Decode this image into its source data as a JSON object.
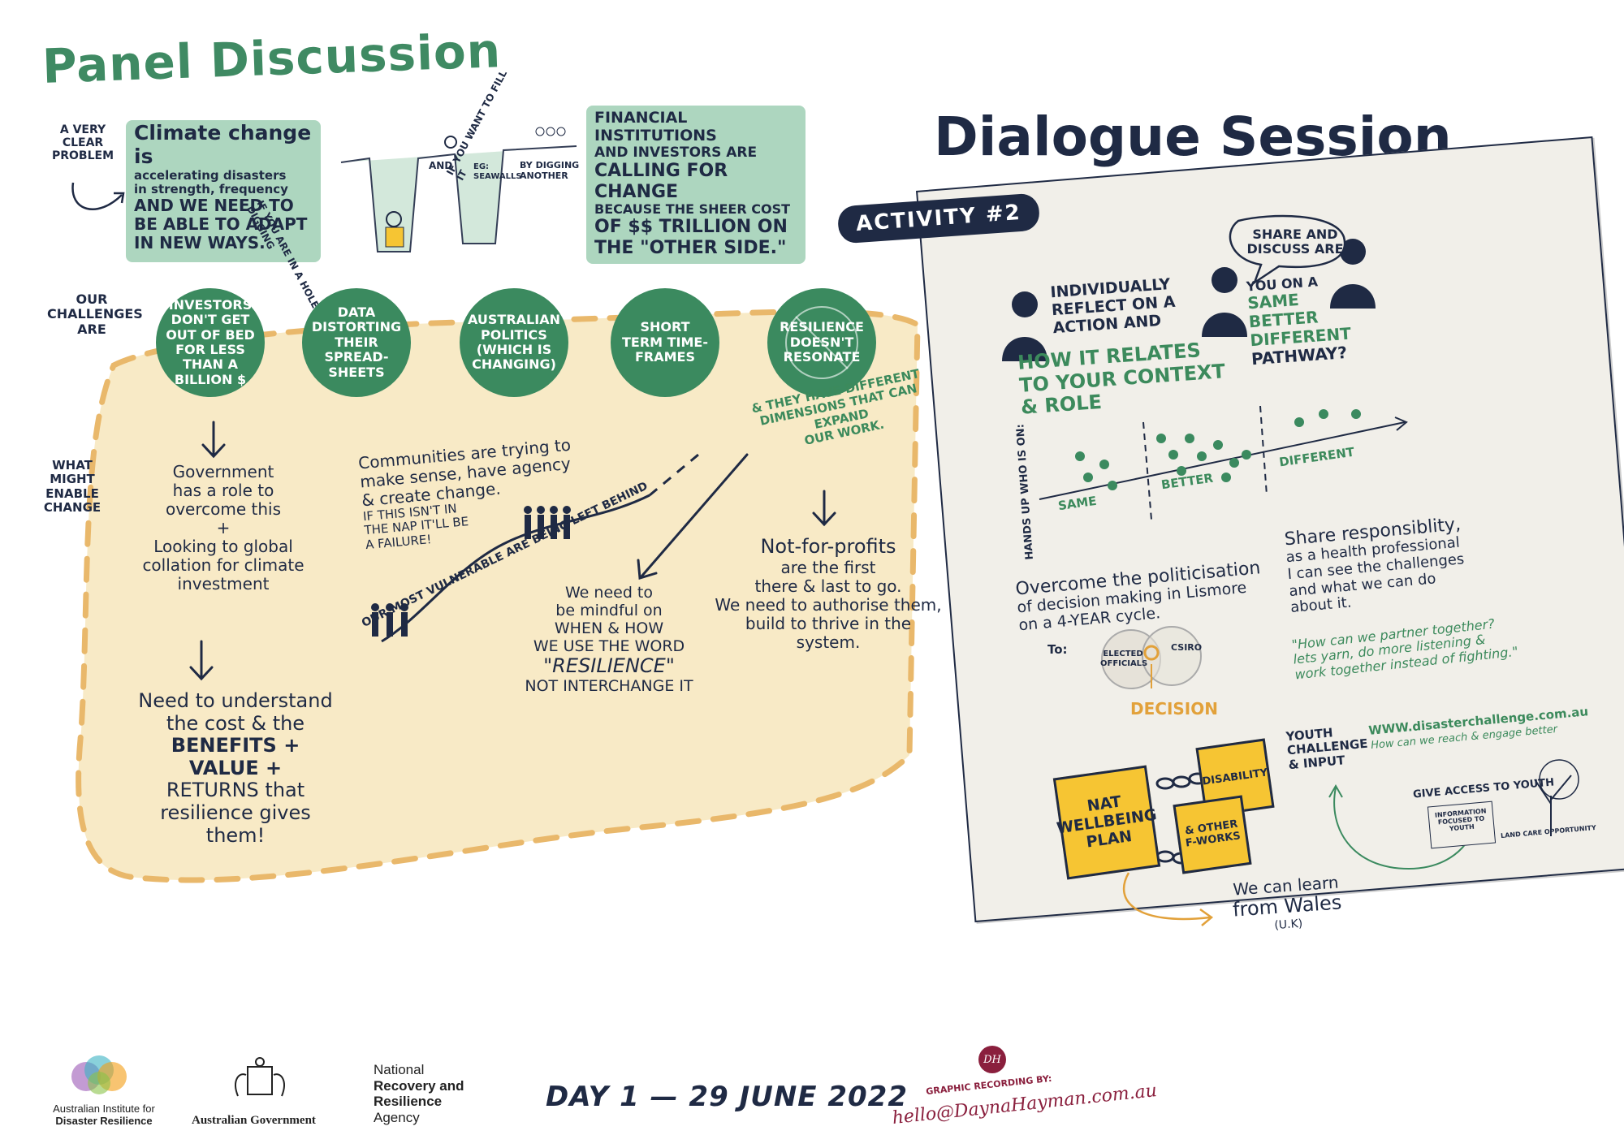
{
  "panel": {
    "title": "Panel Discussion",
    "problem_label": [
      "A VERY",
      "CLEAR",
      "PROBLEM"
    ],
    "climate": [
      "Climate change is",
      "accelerating disasters",
      "in strength, frequency",
      "AND WE NEED TO",
      "BE ABLE TO ADAPT",
      "IN NEW WAYS."
    ],
    "hole_labels": {
      "a": "IF YOU ARE IN A HOLE - STOP DIGGING",
      "and": "AND",
      "b": "IF YOU WANT TO FILL IT",
      "eg": "EG: SEAWALLS",
      "c": "BY DIGGING ANOTHER"
    },
    "financial": [
      "FINANCIAL INSTITUTIONS",
      "AND INVESTORS ARE",
      "CALLING FOR CHANGE",
      "BECAUSE THE SHEER COST",
      "OF $$ TRILLION ON",
      "THE \"OTHER SIDE.\""
    ],
    "challenges_label": [
      "OUR",
      "CHALLENGES",
      "ARE"
    ],
    "enable_label": [
      "WHAT",
      "MIGHT",
      "ENABLE",
      "CHANGE"
    ],
    "circles": [
      "INVESTORS DON'T GET OUT OF BED FOR LESS THAN A BILLION $",
      "DATA DISTORTING THEIR SPREAD-SHEETS",
      "AUSTRALIAN POLITICS (WHICH IS CHANGING)",
      "SHORT TERM TIME-FRAMES",
      "RESILIENCE DOESN'T RESONATE"
    ],
    "dimensions": [
      "& THEY HAVE DIFFERENT",
      "DIMENSIONS THAT CAN EXPAND",
      "OUR WORK."
    ],
    "government": [
      "Government",
      "has a role to",
      "overcome this",
      "+",
      "Looking to global",
      "collation for climate",
      "investment"
    ],
    "understand": [
      "Need to understand",
      "the cost & the",
      "BENEFITS +",
      "VALUE +",
      "RETURNS that",
      "resilience gives",
      "them!"
    ],
    "communities": [
      "Communities are trying to",
      "make sense, have agency",
      "& create change.",
      "IF THIS ISN'T IN",
      "THE NAP IT'LL BE",
      "A FAILURE!"
    ],
    "left_behind": "OUR MOST VULNERABLE ARE BEING LEFT BEHIND",
    "mindful": [
      "We need to",
      "be mindful on",
      "WHEN & HOW",
      "WE USE THE WORD",
      "\"RESILIENCE\"",
      "NOT INTERCHANGE IT"
    ],
    "notforprofits": [
      "Not-for-profits",
      "are the first",
      "there & last to go.",
      "We need to authorise them,",
      "build to thrive in the",
      "system."
    ]
  },
  "dialogue": {
    "title": "Dialogue Session",
    "activity": "ACTIVITY #2",
    "individually": [
      "INDIVIDUALLY",
      "REFLECT ON A",
      "ACTION AND"
    ],
    "relates": [
      "HOW IT RELATES",
      "TO YOUR CONTEXT",
      "& ROLE"
    ],
    "share_bubble": [
      "SHARE AND",
      "DISCUSS ARE"
    ],
    "share_rest": [
      "YOU ON A"
    ],
    "share_options": [
      "SAME",
      "BETTER",
      "DIFFERENT"
    ],
    "pathway": "PATHWAY?",
    "axis_labels": [
      "SAME",
      "BETTER",
      "DIFFERENT"
    ],
    "hands_up": "HANDS UP WHO IS ON:",
    "politicisation": [
      "Overcome the politicisation",
      "of decision making in Lismore",
      "on a 4-YEAR cycle."
    ],
    "to": "To:",
    "venn": [
      "ELECTED OFFICIALS",
      "CSIRO"
    ],
    "decision": "DECISION",
    "responsibility": [
      "Share responsiblity,",
      "as a health professional",
      "I can see the challenges",
      "and what we can do",
      "about it."
    ],
    "quote": [
      "\"How can we partner together?",
      "lets yarn, do more listening &",
      "work together instead of fighting.\""
    ],
    "youth_label": [
      "YOUTH",
      "CHALLENGE",
      "& INPUT"
    ],
    "website": "WWW.disasterchallenge.com.au",
    "website_sub": "How can we reach & engage better",
    "give_access": "GIVE ACCESS TO YOUTH",
    "info_sign": "INFORMATION FOCUSED TO YOUTH",
    "land_care": "LAND CARE OPPORTUNITY",
    "stickies": [
      "NAT WELLBEING PLAN",
      "DISABILITY",
      "& OTHER F-WORKS"
    ],
    "wales": [
      "We can learn",
      "from Wales",
      "(U.K)"
    ]
  },
  "footer": {
    "aidr": [
      "Australian Institute for",
      "Disaster Resilience"
    ],
    "gov": "Australian Government",
    "nrra": [
      "National",
      "Recovery and",
      "Resilience",
      "Agency"
    ],
    "date": "DAY 1 — 29 JUNE 2022",
    "credit_top": "GRAPHIC RECORDING BY:",
    "credit_main": "hello@DaynaHayman.com.au",
    "monogram": "DH"
  },
  "colors": {
    "green": "#3b8a5f",
    "navy": "#1f2a44",
    "yellow": "#f6c533",
    "orange_dash": "#e2a13a",
    "wash": "#f6e3b4"
  }
}
